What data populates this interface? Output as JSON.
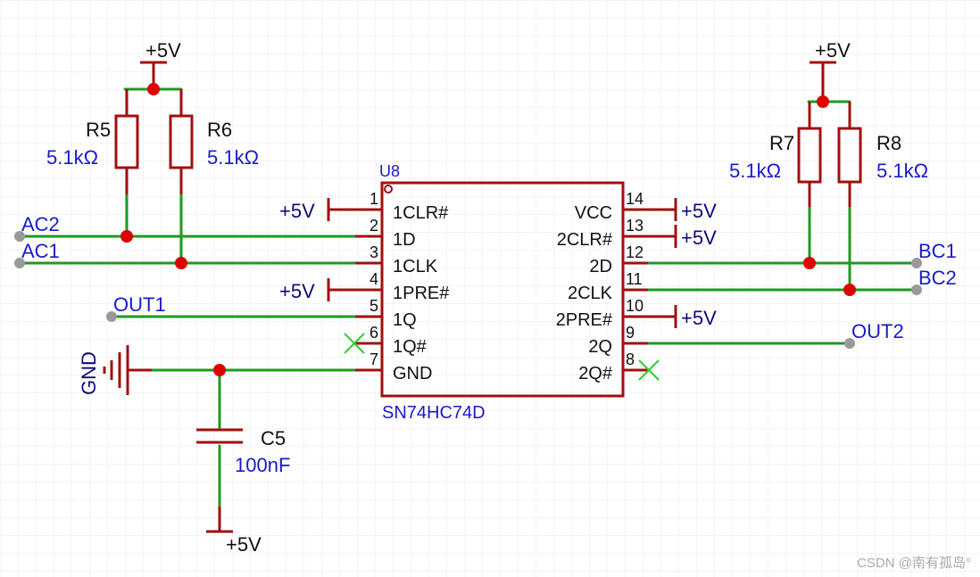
{
  "colors": {
    "wire": "#1e9a1e",
    "part": "#a01010",
    "junction": "#dd0000",
    "net_label": "#1a1acc",
    "power_label": "#0a0a7a",
    "text": "#111111",
    "grid": "#e8e8e8",
    "nc": "#33cc33",
    "port": "#9a9a9a",
    "watermark": "#aaaaaa"
  },
  "chip": {
    "ref": "U8",
    "part": "SN74HC74D",
    "pins_left": [
      {
        "num": "1",
        "name": "1CLR#"
      },
      {
        "num": "2",
        "name": "1D"
      },
      {
        "num": "3",
        "name": "1CLK"
      },
      {
        "num": "4",
        "name": "1PRE#"
      },
      {
        "num": "5",
        "name": "1Q"
      },
      {
        "num": "6",
        "name": "1Q#"
      },
      {
        "num": "7",
        "name": "GND"
      }
    ],
    "pins_right": [
      {
        "num": "14",
        "name": "VCC"
      },
      {
        "num": "13",
        "name": "2CLR#"
      },
      {
        "num": "12",
        "name": "2D"
      },
      {
        "num": "11",
        "name": "2CLK"
      },
      {
        "num": "10",
        "name": "2PRE#"
      },
      {
        "num": "9",
        "name": "2Q"
      },
      {
        "num": "8",
        "name": "2Q#"
      }
    ]
  },
  "resistors": [
    {
      "ref": "R5",
      "value": "5.1kΩ"
    },
    {
      "ref": "R6",
      "value": "5.1kΩ"
    },
    {
      "ref": "R7",
      "value": "5.1kΩ"
    },
    {
      "ref": "R8",
      "value": "5.1kΩ"
    }
  ],
  "capacitor": {
    "ref": "C5",
    "value": "100nF"
  },
  "nets": {
    "ac2": "AC2",
    "ac1": "AC1",
    "out1": "OUT1",
    "bc1": "BC1",
    "bc2": "BC2",
    "out2": "OUT2"
  },
  "power": {
    "vcc": "+5V",
    "gnd": "GND"
  },
  "watermark": "CSDN @南有孤岛°"
}
